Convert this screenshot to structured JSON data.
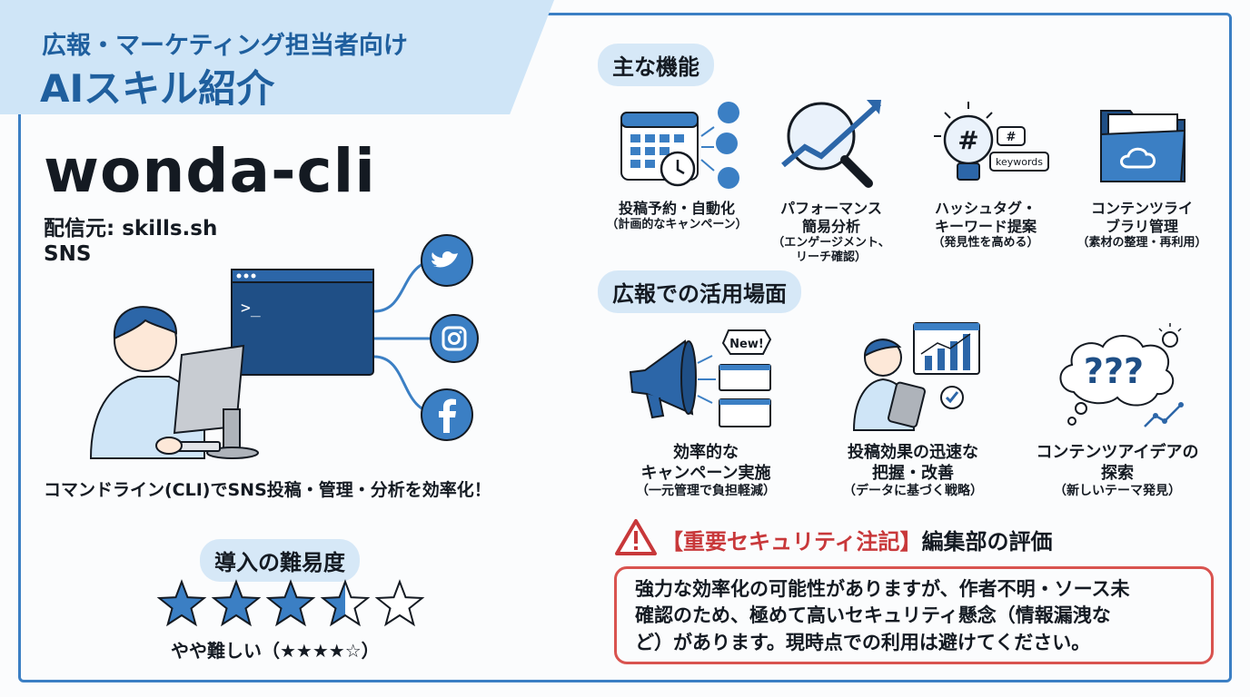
{
  "header": {
    "line1": "広報・マーケティング担当者向け",
    "line2": "AIスキル紹介"
  },
  "skill": {
    "name": "wonda-cli",
    "source": "配信元: skills.sh",
    "category": "SNS",
    "tagline": "コマンドライン(CLI)でSNS投稿・管理・分析を効率化！",
    "terminal_prompt": ">_"
  },
  "difficulty": {
    "heading": "導入の難易度",
    "rating": 3.5,
    "max": 5,
    "label": "やや難しい（★★★★☆）"
  },
  "features": {
    "heading": "主な機能",
    "items": [
      {
        "title": "投稿予約・自動化",
        "note": "（計画的なキャンペーン）"
      },
      {
        "title": "パフォーマンス",
        "title2": "簡易分析",
        "note": "（エンゲージメント、",
        "note2": "リーチ確認）"
      },
      {
        "title": "ハッシュタグ・",
        "title2": "キーワード提案",
        "note": "（発見性を高める）",
        "icon_text1": "#",
        "icon_text2": "keywords"
      },
      {
        "title": "コンテンツライ",
        "title2": "ブラリ管理",
        "note": "（素材の整理・再利用）"
      }
    ]
  },
  "usage": {
    "heading": "広報での活用場面",
    "items": [
      {
        "title": "効率的な",
        "title2": "キャンペーン実施",
        "note": "（一元管理で負担軽減）",
        "icon_text": "New!"
      },
      {
        "title": "投稿効果の迅速な",
        "title2": "把握・改善",
        "note": "（データに基づく戦略）"
      },
      {
        "title": "コンテンツアイデアの",
        "title2": "探索",
        "note": "（新しいテーマ発見）",
        "icon_text": "???"
      }
    ]
  },
  "security": {
    "label": "【重要セキュリティ注記】",
    "heading": "編集部の評価",
    "line1": "強力な効率化の可能性がありますが、作者不明・ソース未",
    "line2": "確認のため、極めて高いセキュリティ懸念（情報漏洩な",
    "line3": "ど）があります。現時点での利用は避けてください。"
  },
  "colors": {
    "accent": "#3b7fc4",
    "banner": "#cfe5f7",
    "warning": "#d9534f",
    "navy": "#1f4f86"
  }
}
